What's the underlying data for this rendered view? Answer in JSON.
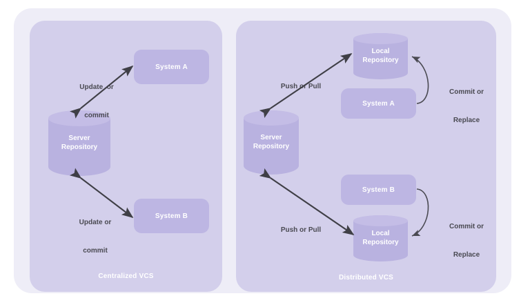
{
  "diagram": {
    "title_present": false,
    "colors": {
      "page_background": "#ffffff",
      "outer_card": "#eeedf7",
      "panel": "#d3cfeb",
      "cylinder_body": "#b9b2e0",
      "cylinder_top": "#c4bde6",
      "system_box": "#bdb6e3",
      "arrow": "#3f3f46",
      "shape_text": "#ffffff",
      "edge_text": "#4a4a52"
    },
    "panels": [
      {
        "id": "centralized",
        "caption": "Centralized VCS",
        "nodes": [
          {
            "id": "central-system-a",
            "type": "rect",
            "label": "System A"
          },
          {
            "id": "central-server-repo",
            "type": "cylinder",
            "label_lines": [
              "Server",
              "Repository"
            ]
          },
          {
            "id": "central-system-b",
            "type": "rect",
            "label": "System B"
          }
        ],
        "edges": [
          {
            "id": "central-edge-a",
            "label_lines": [
              "Update  or",
              "commit"
            ],
            "from": "central-server-repo",
            "to": "central-system-a",
            "style": "double-arrow"
          },
          {
            "id": "central-edge-b",
            "label_lines": [
              "Update or",
              "commit"
            ],
            "from": "central-server-repo",
            "to": "central-system-b",
            "style": "double-arrow"
          }
        ]
      },
      {
        "id": "distributed",
        "caption": "Distributed VCS",
        "nodes": [
          {
            "id": "dist-local-repo-a",
            "type": "cylinder",
            "label_lines": [
              "Local",
              "Repository"
            ]
          },
          {
            "id": "dist-system-a",
            "type": "rect",
            "label": "System A"
          },
          {
            "id": "dist-server-repo",
            "type": "cylinder",
            "label_lines": [
              "Server",
              "Repository"
            ]
          },
          {
            "id": "dist-system-b",
            "type": "rect",
            "label": "System B"
          },
          {
            "id": "dist-local-repo-b",
            "type": "cylinder",
            "label_lines": [
              "Local",
              "Repository"
            ]
          }
        ],
        "edges": [
          {
            "id": "dist-edge-push-top",
            "label_lines": [
              "Push or Pull"
            ],
            "from": "dist-server-repo",
            "to": "dist-local-repo-a",
            "style": "double-arrow"
          },
          {
            "id": "dist-edge-commit-top",
            "label_lines": [
              "Commit or",
              "Replace"
            ],
            "from": "dist-system-a",
            "to": "dist-local-repo-a",
            "style": "curved-arrow"
          },
          {
            "id": "dist-edge-push-bottom",
            "label_lines": [
              "Push or Pull"
            ],
            "from": "dist-server-repo",
            "to": "dist-local-repo-b",
            "style": "double-arrow"
          },
          {
            "id": "dist-edge-commit-bottom",
            "label_lines": [
              "Commit or",
              "Replace"
            ],
            "from": "dist-system-b",
            "to": "dist-local-repo-b",
            "style": "curved-arrow"
          }
        ]
      }
    ]
  },
  "text": {
    "centralized_caption": "Centralized VCS",
    "distributed_caption": "Distributed VCS",
    "central_system_a": "System A",
    "central_system_b": "System B",
    "central_server_repo_l1": "Server",
    "central_server_repo_l2": "Repository",
    "central_label_top_l1": "Update  or",
    "central_label_top_l2": "commit",
    "central_label_bottom_l1": "Update or",
    "central_label_bottom_l2": "commit",
    "dist_server_repo_l1": "Server",
    "dist_server_repo_l2": "Repository",
    "dist_local_repo_top_l1": "Local",
    "dist_local_repo_top_l2": "Repository",
    "dist_local_repo_bottom_l1": "Local",
    "dist_local_repo_bottom_l2": "Repository",
    "dist_system_a": "System A",
    "dist_system_b": "System B",
    "dist_label_push_top": "Push or Pull",
    "dist_label_push_bottom": "Push or Pull",
    "dist_label_commit_top_l1": "Commit or",
    "dist_label_commit_top_l2": "Replace",
    "dist_label_commit_bottom_l1": "Commit or",
    "dist_label_commit_bottom_l2": "Replace"
  }
}
